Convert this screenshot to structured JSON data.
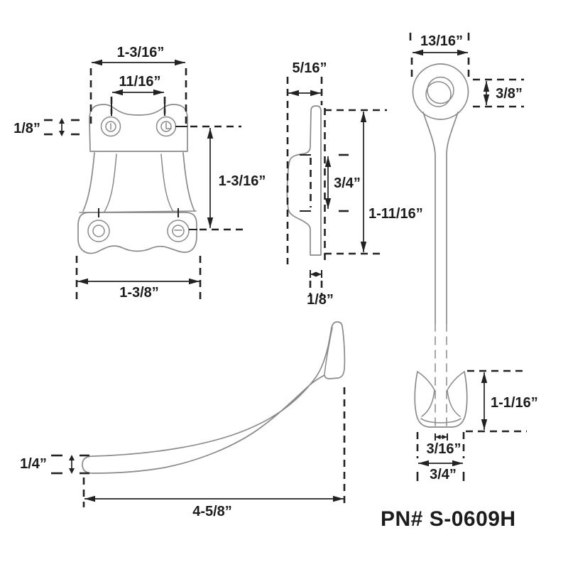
{
  "colors": {
    "dimension_line": "#222222",
    "part_outline": "#8a8a8a",
    "background": "#ffffff"
  },
  "part_number": "PN# S-0609H",
  "views": {
    "bracket_front": {
      "overall_width": "1-3/16”",
      "hole_spacing": "11/16”",
      "hole_diameter": "1/8”",
      "hole_drop": "1-3/16”",
      "base_width": "1-3/8”"
    },
    "bracket_side": {
      "top_width": "5/16”",
      "flange_height": "3/4”",
      "overall_height": "1-11/16”",
      "bottom_thickness": "1/8”"
    },
    "latch_rod": {
      "eye_width": "13/16”",
      "eye_hole_diameter": "3/8”",
      "tip_height": "1-1/16”",
      "shaft_width": "3/16”",
      "tip_width": "3/4”"
    },
    "lever": {
      "thickness": "1/4”",
      "length": "4-5/8”"
    }
  }
}
